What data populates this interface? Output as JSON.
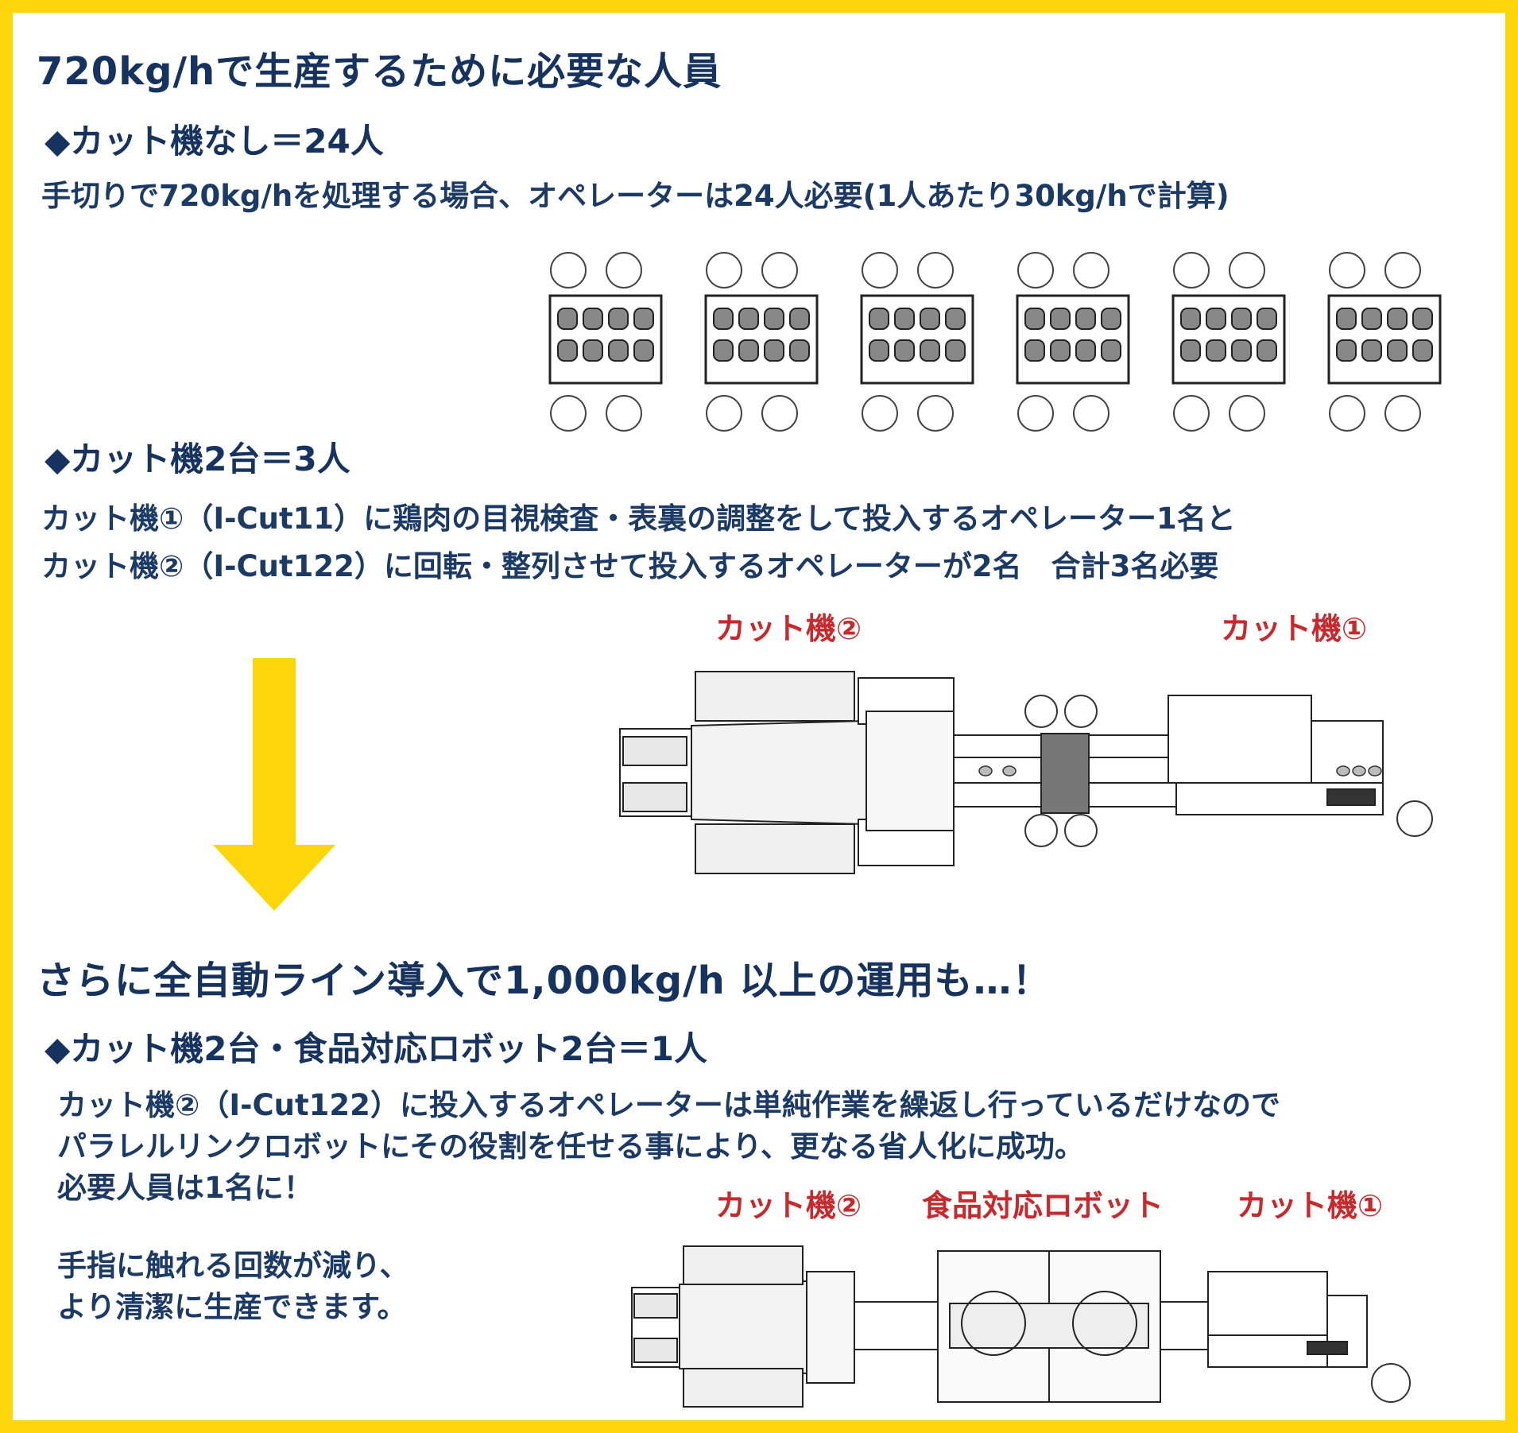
{
  "section1": {
    "title": "720kg/hで生産するために必要な人員",
    "case_a": {
      "heading": "◆カット機なし＝24人",
      "description": "手切りで720kg/hを処理する場合、オペレーターは24人必要(1人あたり30kg/hで計算)"
    },
    "case_b": {
      "heading": "◆カット機2台＝3人",
      "line1": "カット機①（I-Cut11）に鶏肉の目視検査・表裏の調整をして投入するオペレーター1名と",
      "line2": "カット機②（I-Cut122）に回転・整列させて投入するオペレーターが2名　合計3名必要",
      "label_machine2": "カット機②",
      "label_machine1": "カット機①"
    }
  },
  "section2": {
    "title": "さらに全自動ライン導入で1,000kg/h 以上の運用も…！",
    "heading": "◆カット機2台・食品対応ロボット2台＝1人",
    "line1": "カット機②（I-Cut122）に投入するオペレーターは単純作業を繰返し行っているだけなので",
    "line2": "パラレルリンクロボットにその役割を任せる事により、更なる省人化に成功。",
    "line3": "必要人員は1名に！",
    "line4": "手指に触れる回数が減り、",
    "line5": "より清潔に生産できます。",
    "label_machine2": "カット機②",
    "label_robot": "食品対応ロボット",
    "label_machine1": "カット機①"
  },
  "colors": {
    "frame": "#fcd60a",
    "navy": "#16325e",
    "red": "#c8292d",
    "arrow": "#fcd60a"
  }
}
